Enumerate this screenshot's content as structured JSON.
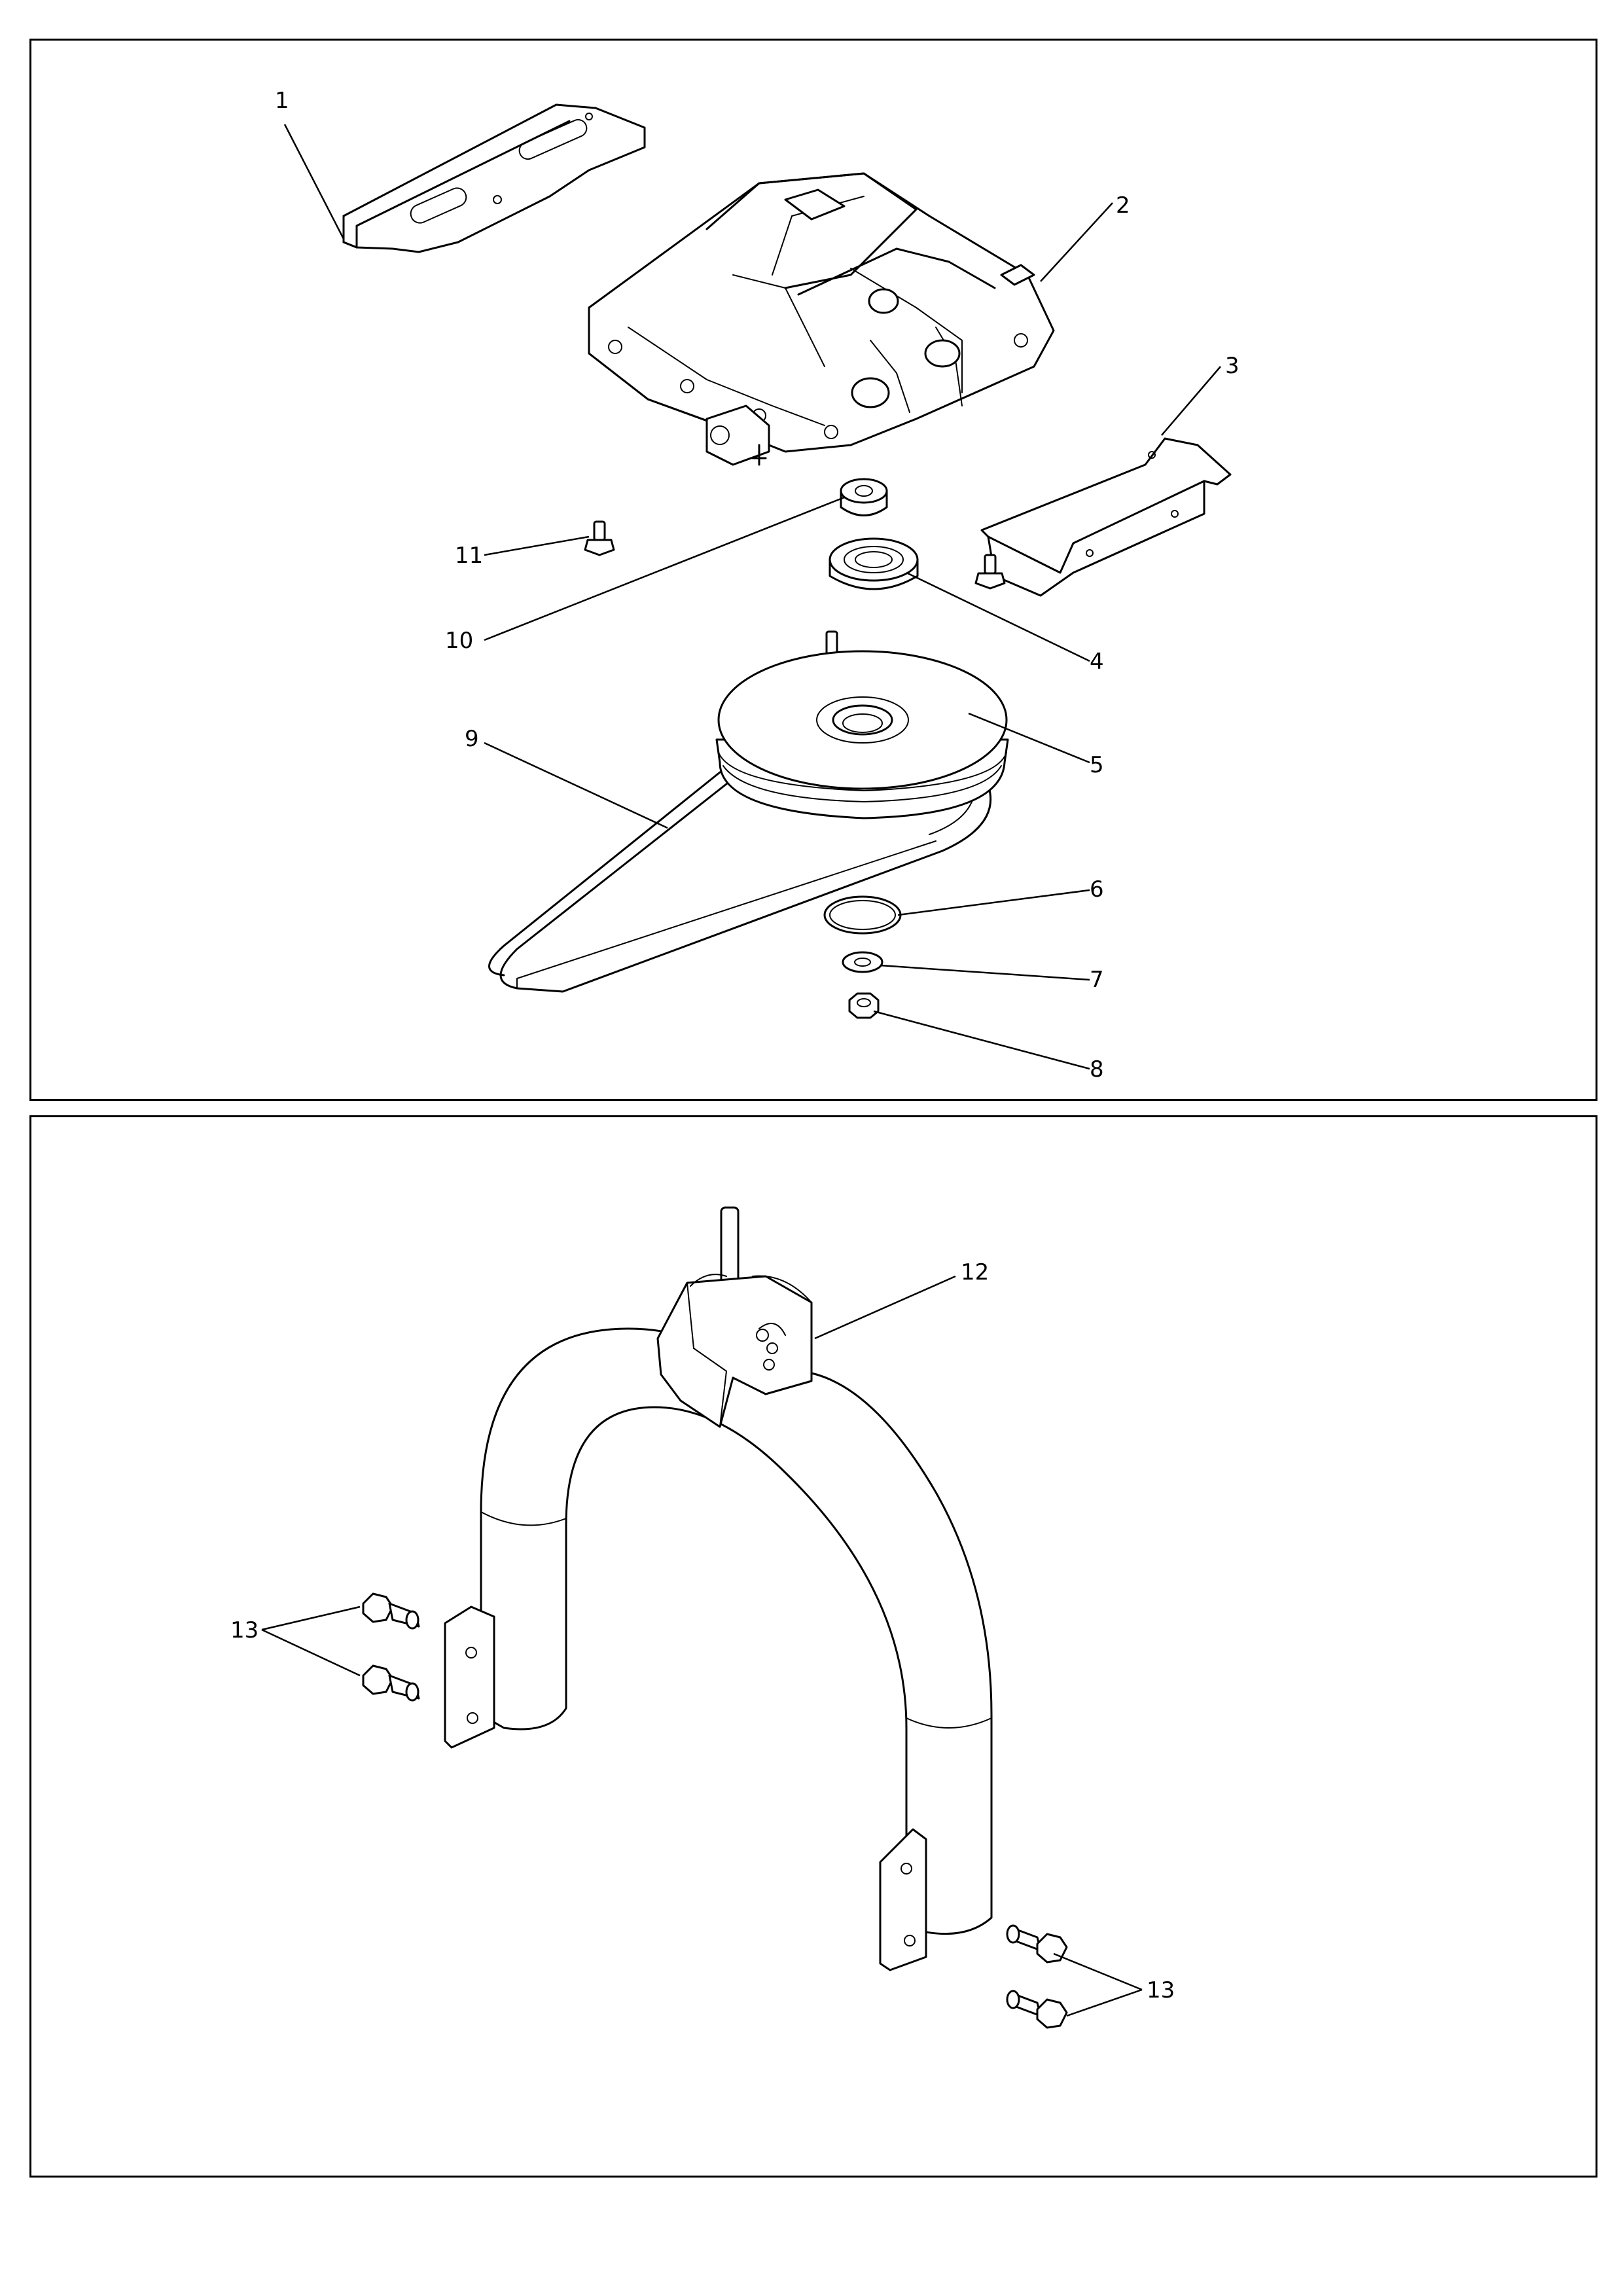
{
  "diagram": {
    "callouts": [
      {
        "id": "c1",
        "label": "1"
      },
      {
        "id": "c2",
        "label": "2"
      },
      {
        "id": "c3",
        "label": "3"
      },
      {
        "id": "c4",
        "label": "4"
      },
      {
        "id": "c5",
        "label": "5"
      },
      {
        "id": "c6",
        "label": "6"
      },
      {
        "id": "c7",
        "label": "7"
      },
      {
        "id": "c8",
        "label": "8"
      },
      {
        "id": "c9",
        "label": "9"
      },
      {
        "id": "c10",
        "label": "10"
      },
      {
        "id": "c11",
        "label": "11"
      },
      {
        "id": "c12",
        "label": "12"
      },
      {
        "id": "c13a",
        "label": "13"
      },
      {
        "id": "c13b",
        "label": "13"
      }
    ]
  }
}
